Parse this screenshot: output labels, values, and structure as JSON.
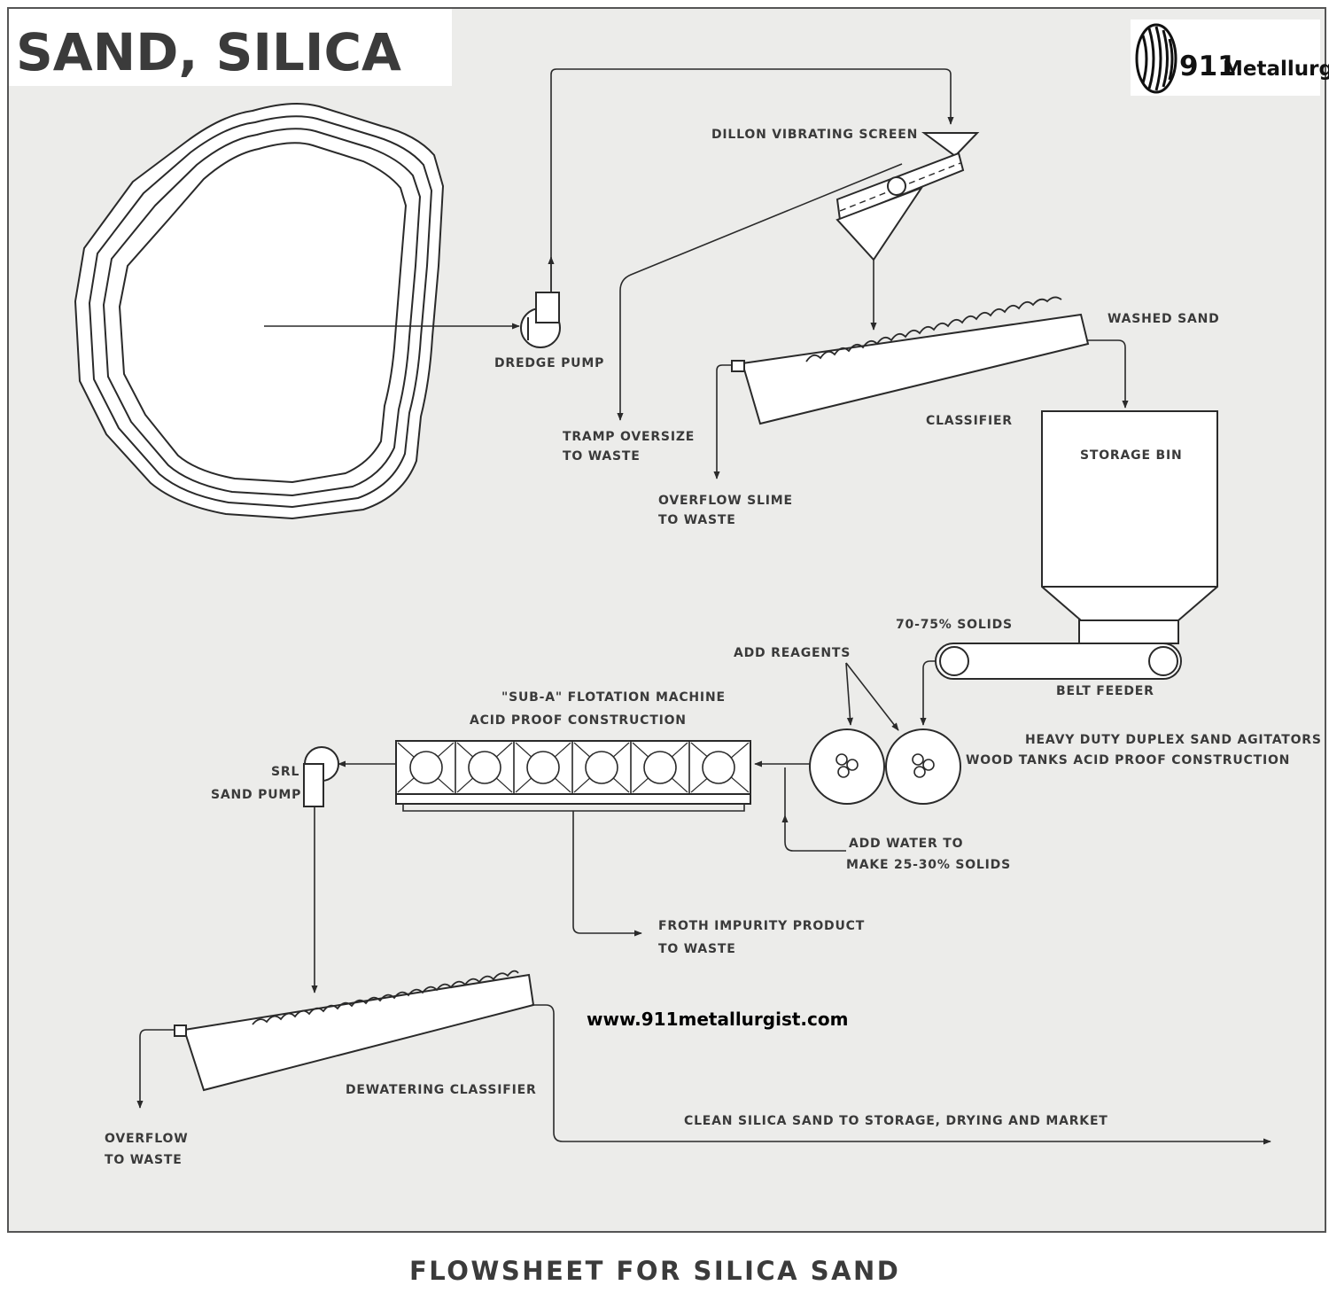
{
  "title": "SAND, SILICA",
  "logo": {
    "number": "911",
    "name": "Metallurgist"
  },
  "website": "www.911metallurgist.com",
  "caption": "FLOWSHEET FOR SILICA SAND",
  "labels": {
    "vibrating_screen": "DILLON VIBRATING SCREEN",
    "dredge_pump": "DREDGE PUMP",
    "washed_sand": "WASHED SAND",
    "classifier": "CLASSIFIER",
    "tramp_line1": "TRAMP OVERSIZE",
    "tramp_line2": "TO WASTE",
    "slime_line1": "OVERFLOW SLIME",
    "slime_line2": "TO WASTE",
    "storage_bin": "STORAGE BIN",
    "solids_70": "70-75% SOLIDS",
    "add_reagents": "ADD REAGENTS",
    "belt_feeder": "BELT FEEDER",
    "flotation_line1": "\"SUB-A\" FLOTATION MACHINE",
    "flotation_line2": "ACID PROOF CONSTRUCTION",
    "agitators_line1": "HEAVY DUTY DUPLEX SAND AGITATORS",
    "agitators_line2": "WOOD TANKS ACID PROOF CONSTRUCTION",
    "srl_line1": "SRL",
    "srl_line2": "SAND PUMP",
    "water_line1": "ADD WATER TO",
    "water_line2": "MAKE 25-30% SOLIDS",
    "froth_line1": "FROTH IMPURITY PRODUCT",
    "froth_line2": "TO WASTE",
    "dewatering": "DEWATERING CLASSIFIER",
    "clean_sand": "CLEAN SILICA SAND TO STORAGE, DRYING AND MARKET",
    "overflow_line1": "OVERFLOW",
    "overflow_line2": "TO WASTE"
  }
}
